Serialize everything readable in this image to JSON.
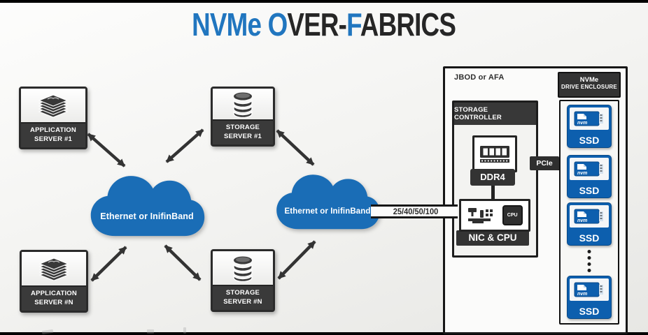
{
  "title": {
    "segments": [
      {
        "text": "NVMe "
      },
      {
        "text": "O"
      },
      {
        "text": "VER-"
      },
      {
        "text": "F"
      },
      {
        "text": "ABRICS"
      }
    ]
  },
  "servers": {
    "app1": {
      "line1": "APPLICATION",
      "line2": "SERVER #1"
    },
    "appN": {
      "line1": "APPLICATION",
      "line2": "SERVER #N"
    },
    "storage1": {
      "line1": "STORAGE",
      "line2": "SERVER #1"
    },
    "storageN": {
      "line1": "STORAGE",
      "line2": "SERVER #N"
    }
  },
  "clouds": {
    "left_label": "Ethernet or InifinBand",
    "right_label": "Ethernet or InifinBand"
  },
  "link": {
    "label": "25/40/50/100"
  },
  "jbod": {
    "label": "JBOD or AFA",
    "controller": {
      "title": "STORAGE CONTROLLER",
      "ddr4_label": "DDR4",
      "cpu_chip_label": "CPU",
      "nic_cpu_label": "NIC & CPU"
    },
    "pcie_label": "PCIe",
    "enclosure": {
      "title_line1": "NVMe",
      "title_line2": "DRIVE ENCLOSURE",
      "ssd_chip_text": "nvm",
      "ssd_units": [
        "SSD",
        "SSD",
        "SSD",
        "SSD"
      ]
    }
  },
  "colors": {
    "title_blue": "#2176bf",
    "title_dark": "#262626",
    "cloud_blue": "#1a6db6",
    "ssd_blue": "#0d5fae",
    "box_dark": "#3a3a3a"
  }
}
